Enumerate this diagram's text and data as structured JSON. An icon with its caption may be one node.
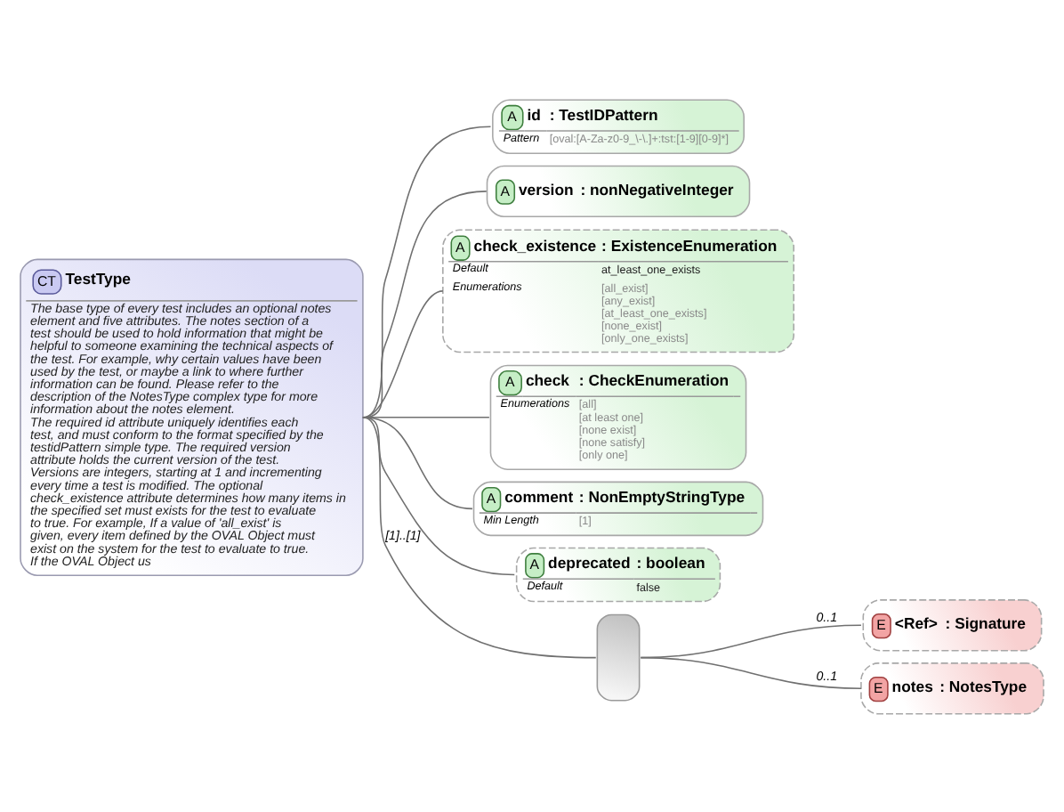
{
  "diagram": {
    "nodes": [
      {
        "text": [
          "CT",
          "TestType",
          "The base type of every test includes an optional notes element and five attributes. The notes section of a test should be used to hold information that might be helpful to someone examining the technical aspects of the test. For example, why certain values have been used by the test, or maybe a link to where further information can be found. Please refer to the description of the NotesType complex type for more information about the notes element.",
          "The required id attribute uniquely identifies each test, and must conform to the format specified by the testidPattern simple type. The required version attribute holds the current version of the test. Versions are integers, starting at 1 and incrementing every time a test is modified. The optional check_existence attribute determines how many items in the specified set must exists for the test to evaluate to true. For example, If a value of 'all_exist' is given, every item defined by the OVAL Object must exist on the system for the test to evaluate to true. If the OVAL Object us"
        ]
      },
      {
        "text": [
          "A",
          "id",
          ": TestIDPattern",
          "Pattern",
          "[oval:[A-Za-z0-9_\\-\\.]+:tst:[1-9][0-9]*]"
        ]
      },
      {
        "text": [
          "A",
          "version",
          ": nonNegativeInteger"
        ]
      },
      {
        "text": [
          "A",
          "check_existence",
          ": ExistenceEnumeration",
          "Default",
          "at_least_one_exists",
          "Enumerations",
          "[all_exist]",
          "[any_exist]",
          "[at_least_one_exists]",
          "[none_exist]",
          "[only_one_exists]"
        ]
      },
      {
        "text": [
          "A",
          "check",
          ": CheckEnumeration",
          "Enumerations",
          "[all]",
          "[at least one]",
          "[none exist]",
          "[none satisfy]",
          "[only one]"
        ]
      },
      {
        "text": [
          "A",
          "comment",
          ": NonEmptyStringType",
          "Min Length",
          "[1]"
        ]
      },
      {
        "text": [
          "A",
          "deprecated",
          ": boolean",
          "Default",
          "false"
        ]
      },
      {
        "text": [],
        "shape": "box"
      },
      {
        "text": [
          "E",
          "<Ref>",
          ": Signature"
        ]
      },
      {
        "text": [
          "E",
          "notes",
          ": NotesType"
        ]
      }
    ],
    "edges": [
      {
        "from": 0,
        "to": 1,
        "arrow": "none"
      },
      {
        "from": 0,
        "to": 2,
        "arrow": "none"
      },
      {
        "from": 0,
        "to": 3,
        "arrow": "none"
      },
      {
        "from": 0,
        "to": 4,
        "arrow": "none"
      },
      {
        "from": 0,
        "to": 5,
        "arrow": "none"
      },
      {
        "from": 0,
        "to": 6,
        "arrow": "none"
      },
      {
        "from": 0,
        "to": 7,
        "arrow": "none",
        "label": "[1]..[1]"
      },
      {
        "from": 7,
        "to": 8,
        "arrow": "none",
        "label": "0..1"
      },
      {
        "from": 7,
        "to": 9,
        "arrow": "none",
        "label": "0..1"
      }
    ]
  }
}
